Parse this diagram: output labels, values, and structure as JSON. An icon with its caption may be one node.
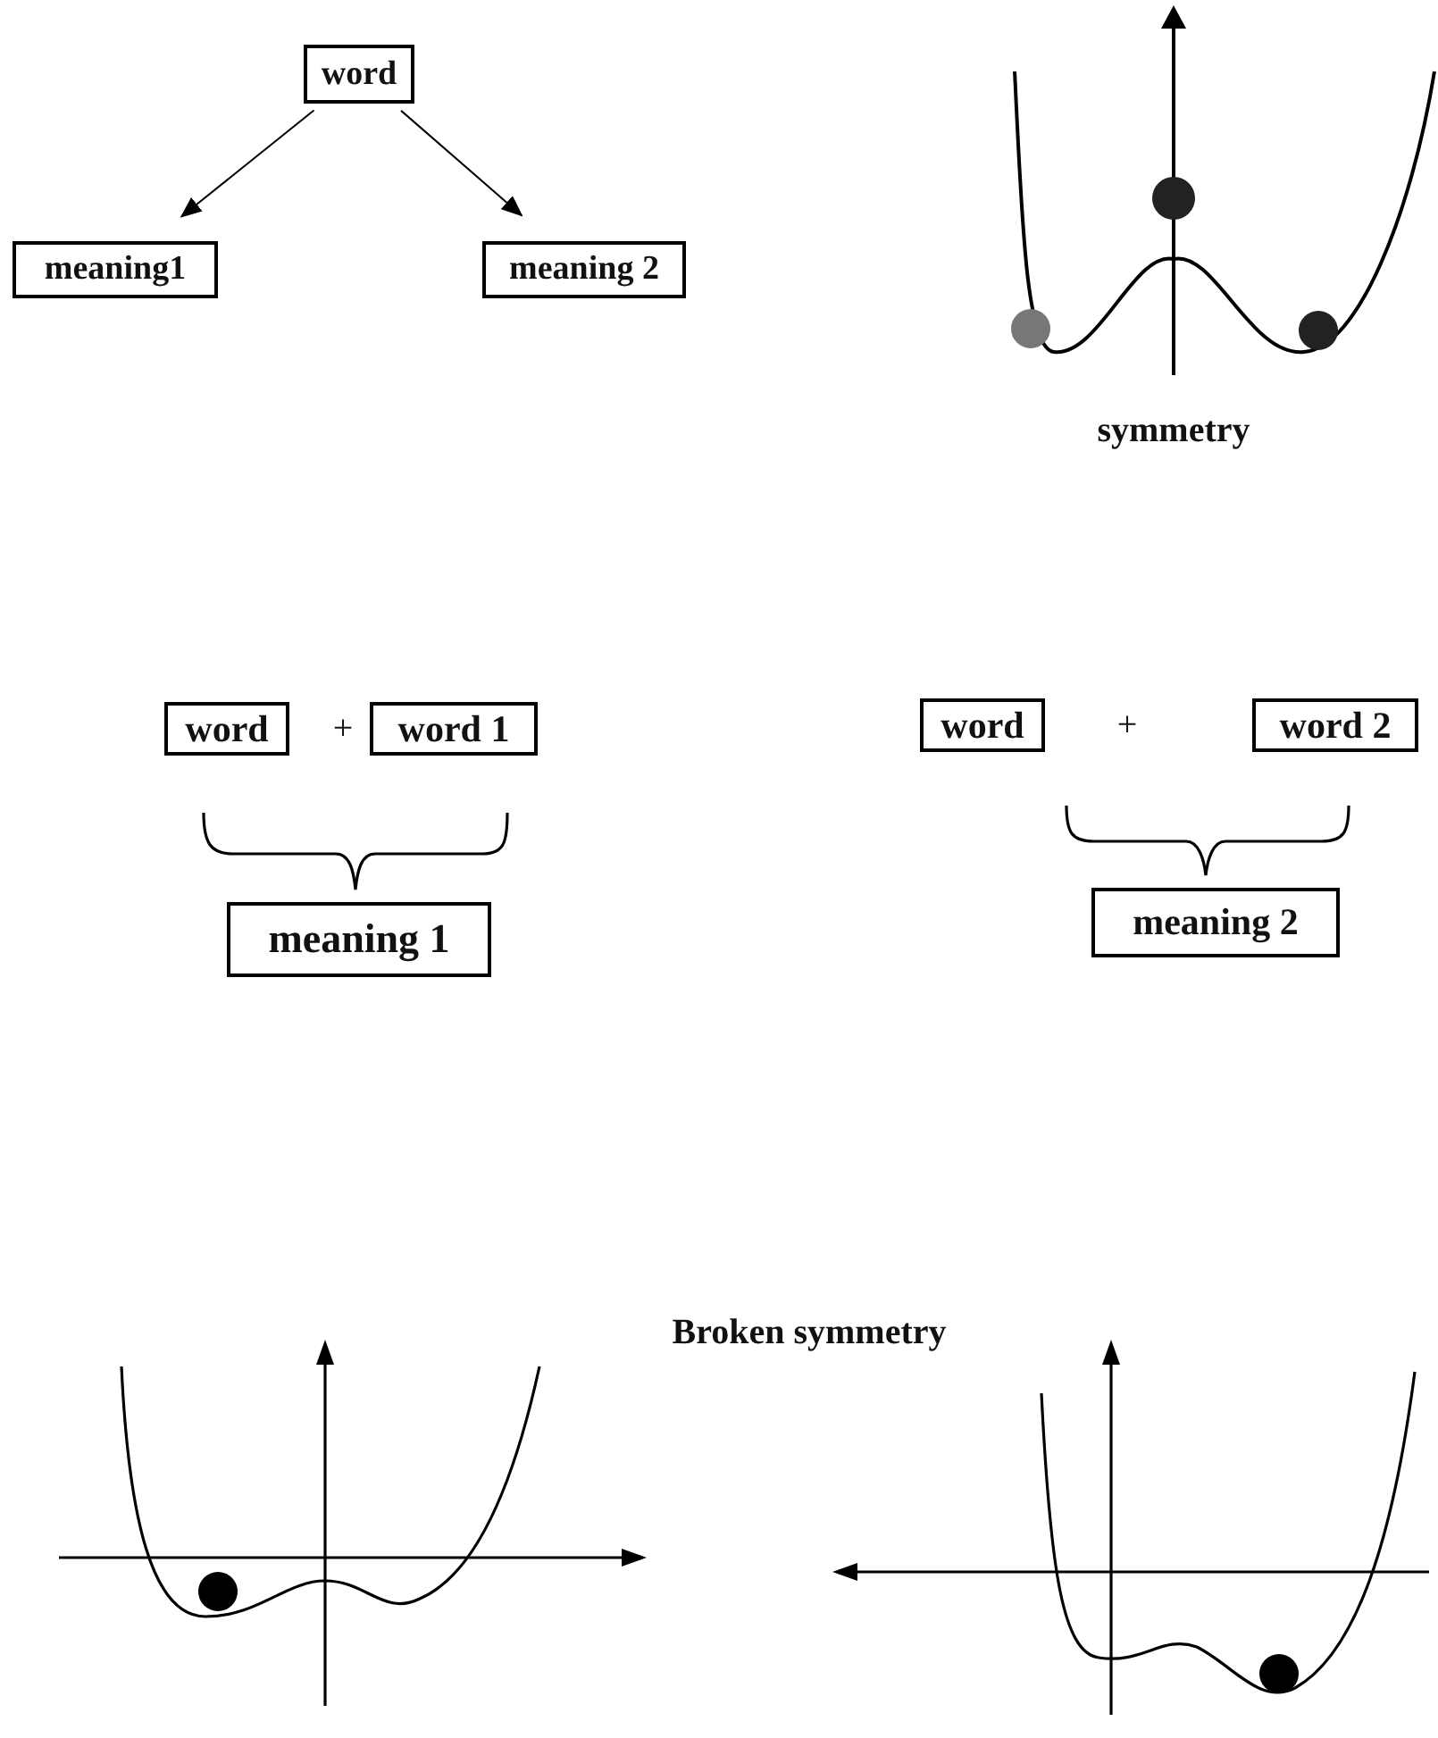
{
  "diagram": {
    "nodes": [
      {
        "text": [
          "word"
        ]
      },
      {
        "text": [
          "meaning1"
        ]
      },
      {
        "text": [
          "meaning 2"
        ]
      },
      {
        "text": [
          "word"
        ]
      },
      {
        "text": [
          "word 1"
        ]
      },
      {
        "text": [
          "meaning 1"
        ]
      },
      {
        "text": [
          "word"
        ]
      },
      {
        "text": [
          "word 2"
        ]
      },
      {
        "text": [
          "meaning 2"
        ]
      }
    ],
    "edges": [
      {
        "from": 0,
        "to": 1,
        "arrow": "to"
      },
      {
        "from": 0,
        "to": 2,
        "arrow": "to"
      }
    ],
    "labels": [
      "symmetry",
      "+",
      "+",
      "Broken symmetry"
    ]
  }
}
